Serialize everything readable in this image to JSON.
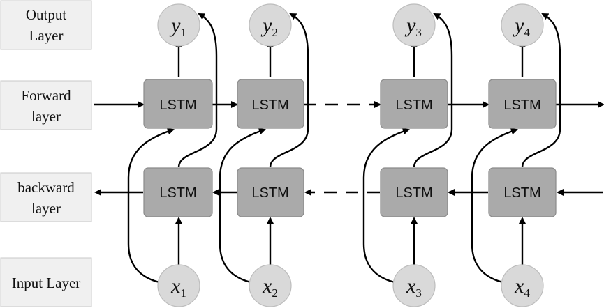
{
  "layers": {
    "output": [
      "Output",
      "Layer"
    ],
    "forward": [
      "Forward",
      "layer"
    ],
    "backward": [
      "backward",
      "layer"
    ],
    "input": [
      "Input Layer"
    ]
  },
  "cell_label": "LSTM",
  "columns": [
    {
      "output_var": "y",
      "output_sub": "1",
      "input_var": "x",
      "input_sub": "1"
    },
    {
      "output_var": "y",
      "output_sub": "2",
      "input_var": "x",
      "input_sub": "2"
    },
    {
      "output_var": "y",
      "output_sub": "3",
      "input_var": "x",
      "input_sub": "3"
    },
    {
      "output_var": "y",
      "output_sub": "4",
      "input_var": "x",
      "input_sub": "4"
    }
  ]
}
